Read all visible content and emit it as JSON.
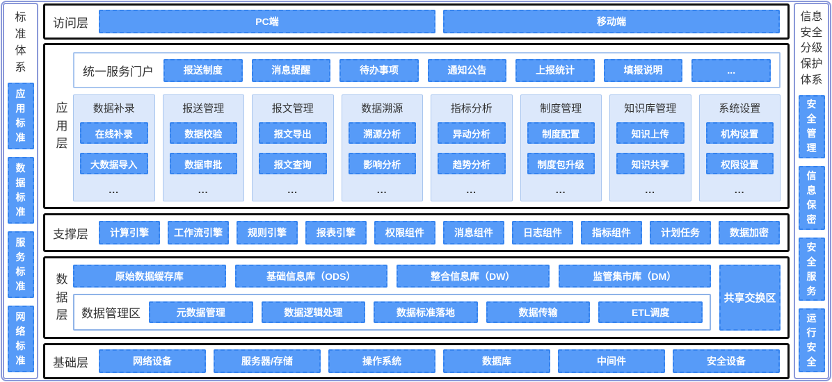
{
  "left_sidebar": {
    "title": "标准体系",
    "items": [
      "应用标准",
      "数据标准",
      "服务标准",
      "网络标准"
    ]
  },
  "right_sidebar": {
    "title": "信息安全分级保护体系",
    "items": [
      "安全管理",
      "信息保密",
      "安全服务",
      "运行安全"
    ]
  },
  "layers": {
    "access": {
      "label": "访问层",
      "items": [
        "PC端",
        "移动端"
      ]
    },
    "application": {
      "label": "应用层",
      "portal": {
        "label": "统一服务门户",
        "items": [
          "报送制度",
          "消息提醒",
          "待办事项",
          "通知公告",
          "上报统计",
          "填报说明",
          "..."
        ]
      },
      "modules": [
        {
          "title": "数据补录",
          "items": [
            "在线补录",
            "大数据导入"
          ],
          "more": "..."
        },
        {
          "title": "报送管理",
          "items": [
            "数据校验",
            "数据审批"
          ],
          "more": "..."
        },
        {
          "title": "报文管理",
          "items": [
            "报文导出",
            "报文查询"
          ],
          "more": "..."
        },
        {
          "title": "数据溯源",
          "items": [
            "溯源分析",
            "影响分析"
          ],
          "more": "..."
        },
        {
          "title": "指标分析",
          "items": [
            "异动分析",
            "趋势分析"
          ],
          "more": "..."
        },
        {
          "title": "制度管理",
          "items": [
            "制度配置",
            "制度包升级"
          ],
          "more": "..."
        },
        {
          "title": "知识库管理",
          "items": [
            "知识上传",
            "知识共享"
          ],
          "more": "..."
        },
        {
          "title": "系统设置",
          "items": [
            "机构设置",
            "权限设置"
          ],
          "more": "..."
        }
      ]
    },
    "support": {
      "label": "支撑层",
      "items": [
        "计算引擎",
        "工作流引擎",
        "规则引擎",
        "报表引擎",
        "权限组件",
        "消息组件",
        "日志组件",
        "指标组件",
        "计划任务",
        "数据加密"
      ]
    },
    "data": {
      "label": "数据层",
      "stores": [
        "原始数据缓存库",
        "基础信息库（ODS）",
        "整合信息库（DW）",
        "监管集市库（DM）"
      ],
      "management": {
        "label": "数据管理区",
        "items": [
          "元数据管理",
          "数据逻辑处理",
          "数据标准落地",
          "数据传输",
          "ETL调度"
        ]
      },
      "share": "共享交换区"
    },
    "base": {
      "label": "基础层",
      "items": [
        "网络设备",
        "服务器/存储",
        "操作系统",
        "数据库",
        "中间件",
        "安全设备"
      ]
    }
  },
  "colors": {
    "accent_blue": "#579bf8",
    "accent_dash_border": "#3583ee",
    "card_bg": "#dce8fb",
    "card_border": "#a9c6ef",
    "frame_border": "#8b99d9",
    "section_border": "#0d0d0d",
    "text_dark": "#333333"
  }
}
